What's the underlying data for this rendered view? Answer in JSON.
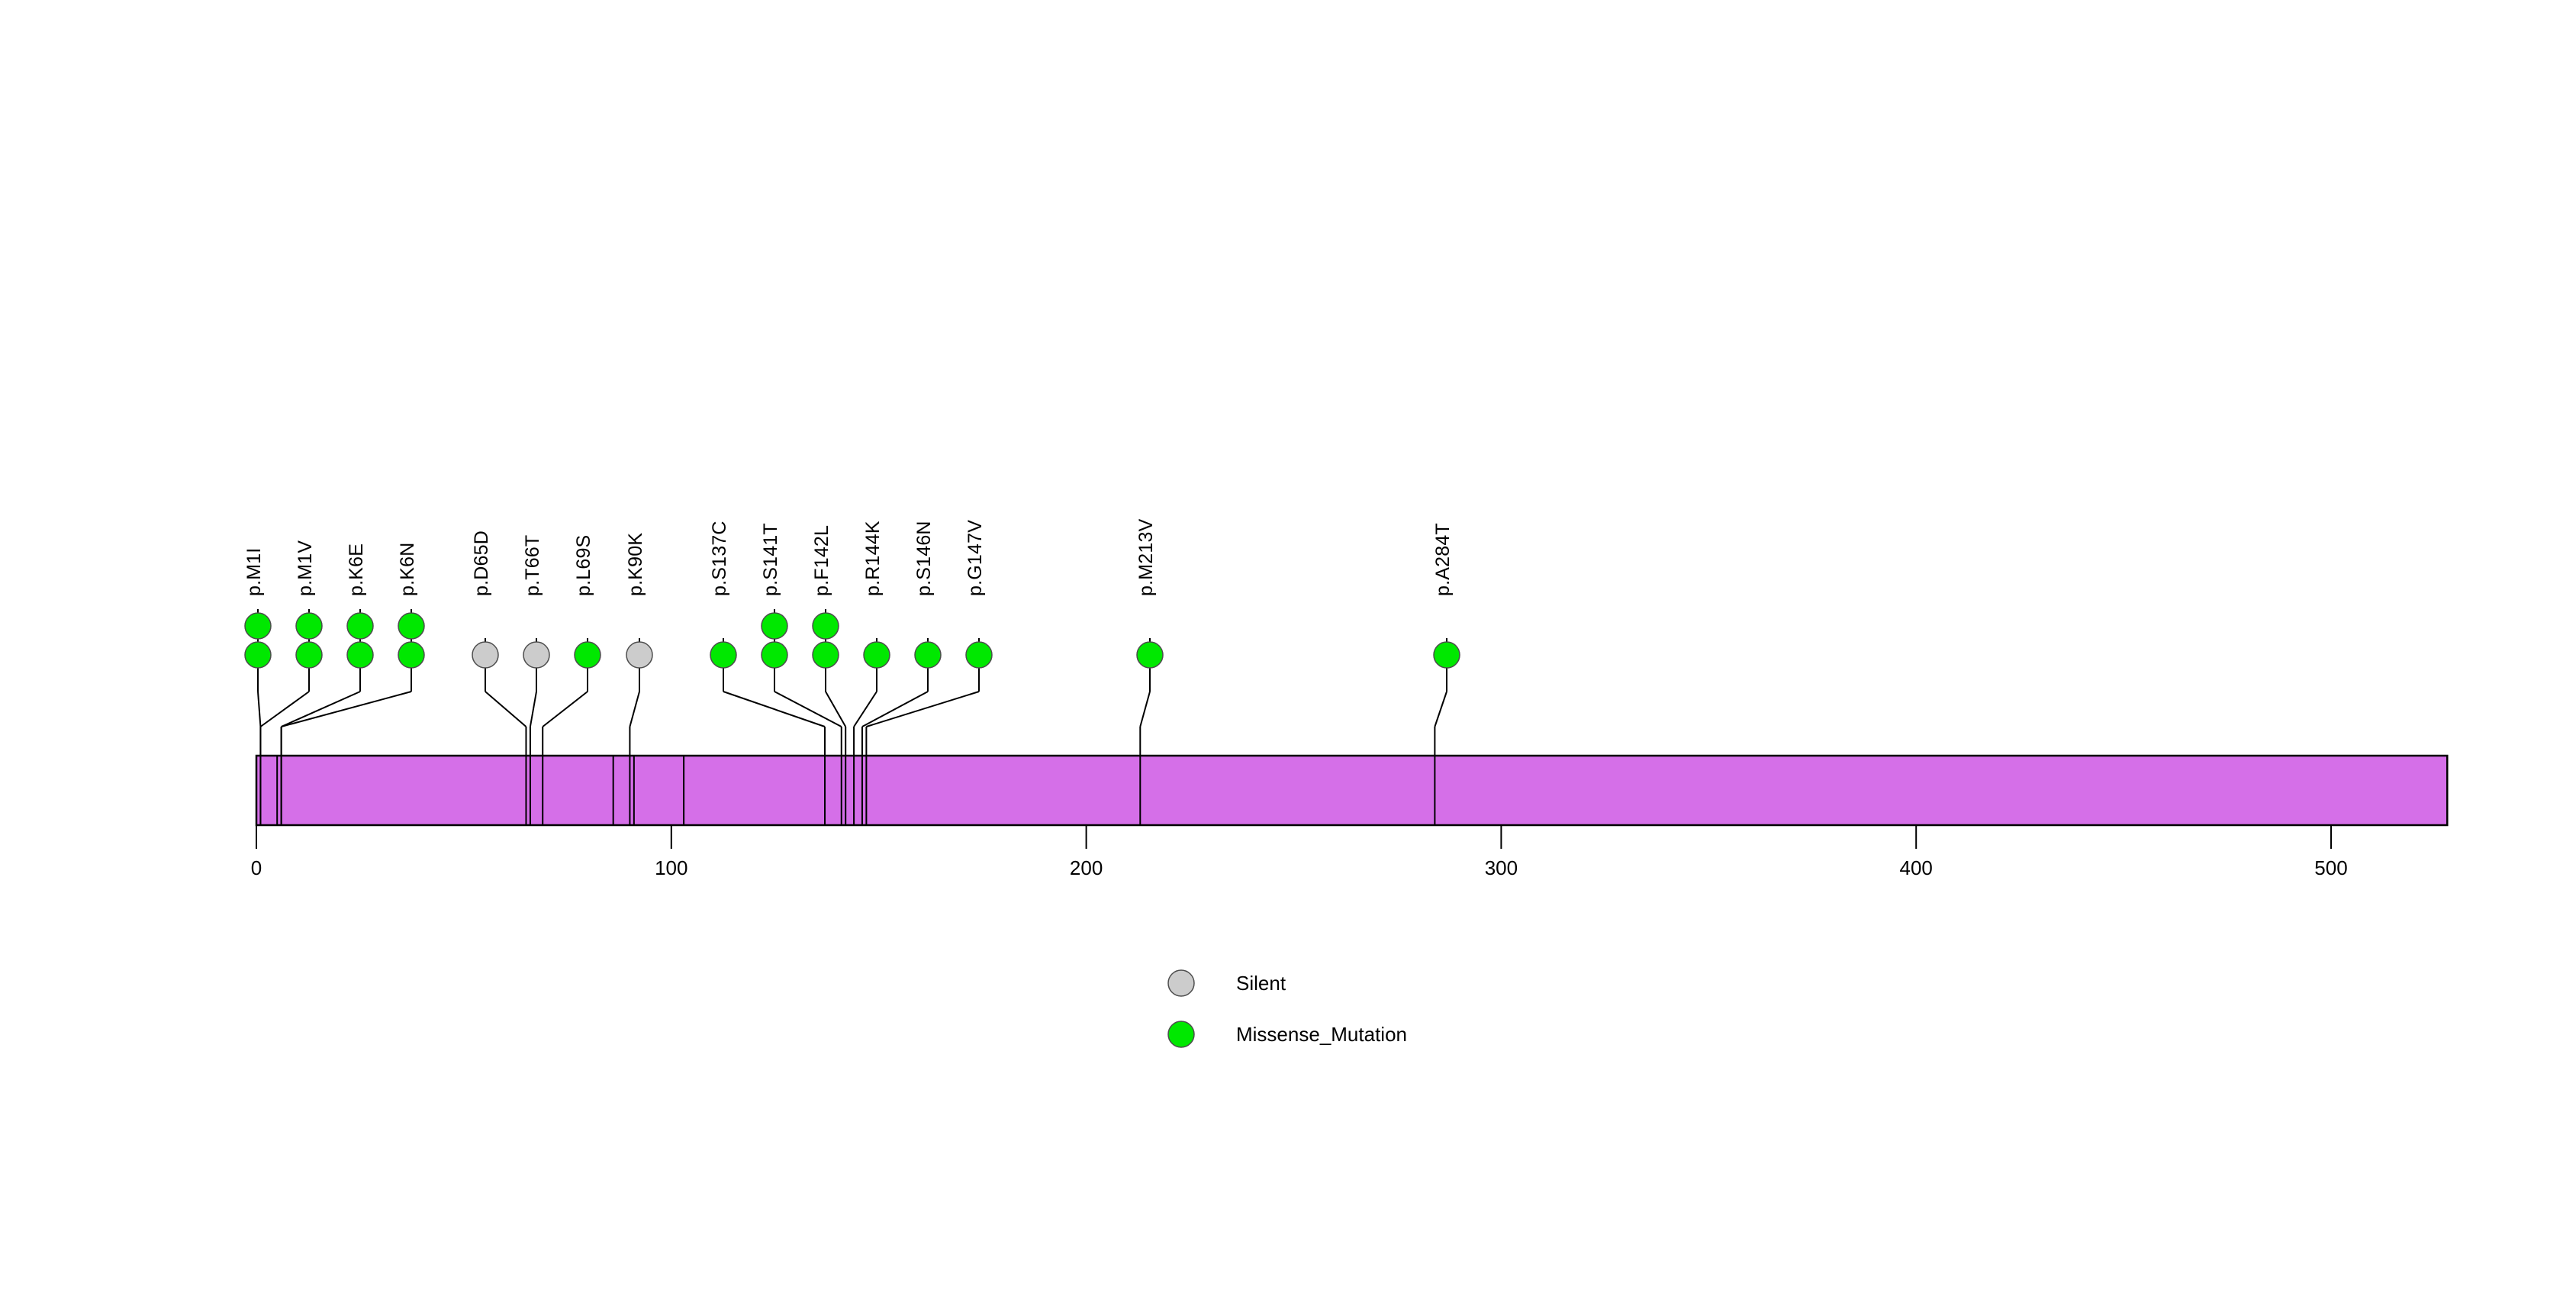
{
  "chart_data": {
    "type": "scatter",
    "title": "",
    "subtitle": "",
    "xlabel": "",
    "ylabel": "",
    "xlim": [
      0,
      528
    ],
    "grid": false,
    "protein_length": 528,
    "protein_track_color": "#D56FE8",
    "axis_ticks": [
      0,
      100,
      200,
      300,
      400,
      500
    ],
    "axis_tick_labels": [
      "0",
      "100",
      "200",
      "300",
      "400",
      "500"
    ],
    "domain_boundary_positions": [
      5,
      86,
      91,
      103,
      137
    ],
    "legend": {
      "position": "bottom-center",
      "entries": [
        {
          "label": "Silent",
          "color": "#CCCCCC"
        },
        {
          "label": "Missense_Mutation",
          "color": "#00E800"
        }
      ]
    },
    "mutations": [
      {
        "label": "p.M1I",
        "position": 1,
        "count": 2,
        "type": "Missense_Mutation",
        "color": "#00E800",
        "label_slot": 0
      },
      {
        "label": "p.M1V",
        "position": 1,
        "count": 2,
        "type": "Missense_Mutation",
        "color": "#00E800",
        "label_slot": 1
      },
      {
        "label": "p.K6E",
        "position": 6,
        "count": 2,
        "type": "Missense_Mutation",
        "color": "#00E800",
        "label_slot": 2
      },
      {
        "label": "p.K6N",
        "position": 6,
        "count": 2,
        "type": "Missense_Mutation",
        "color": "#00E800",
        "label_slot": 3
      },
      {
        "label": "p.D65D",
        "position": 65,
        "count": 1,
        "type": "Silent",
        "color": "#CCCCCC",
        "label_slot": 4
      },
      {
        "label": "p.T66T",
        "position": 66,
        "count": 1,
        "type": "Silent",
        "color": "#CCCCCC",
        "label_slot": 5
      },
      {
        "label": "p.L69S",
        "position": 69,
        "count": 1,
        "type": "Missense_Mutation",
        "color": "#00E800",
        "label_slot": 6
      },
      {
        "label": "p.K90K",
        "position": 90,
        "count": 1,
        "type": "Silent",
        "color": "#CCCCCC",
        "label_slot": 7
      },
      {
        "label": "p.S137C",
        "position": 137,
        "count": 1,
        "type": "Missense_Mutation",
        "color": "#00E800",
        "label_slot": 8
      },
      {
        "label": "p.S141T",
        "position": 141,
        "count": 2,
        "type": "Missense_Mutation",
        "color": "#00E800",
        "label_slot": 9
      },
      {
        "label": "p.F142L",
        "position": 142,
        "count": 2,
        "type": "Missense_Mutation",
        "color": "#00E800",
        "label_slot": 10
      },
      {
        "label": "p.R144K",
        "position": 144,
        "count": 1,
        "type": "Missense_Mutation",
        "color": "#00E800",
        "label_slot": 11
      },
      {
        "label": "p.S146N",
        "position": 146,
        "count": 1,
        "type": "Missense_Mutation",
        "color": "#00E800",
        "label_slot": 12
      },
      {
        "label": "p.G147V",
        "position": 147,
        "count": 1,
        "type": "Missense_Mutation",
        "color": "#00E800",
        "label_slot": 13
      },
      {
        "label": "p.M213V",
        "position": 213,
        "count": 1,
        "type": "Missense_Mutation",
        "color": "#00E800",
        "label_slot": 14
      },
      {
        "label": "p.A284T",
        "position": 284,
        "count": 1,
        "type": "Missense_Mutation",
        "color": "#00E800",
        "label_slot": 15
      }
    ]
  }
}
